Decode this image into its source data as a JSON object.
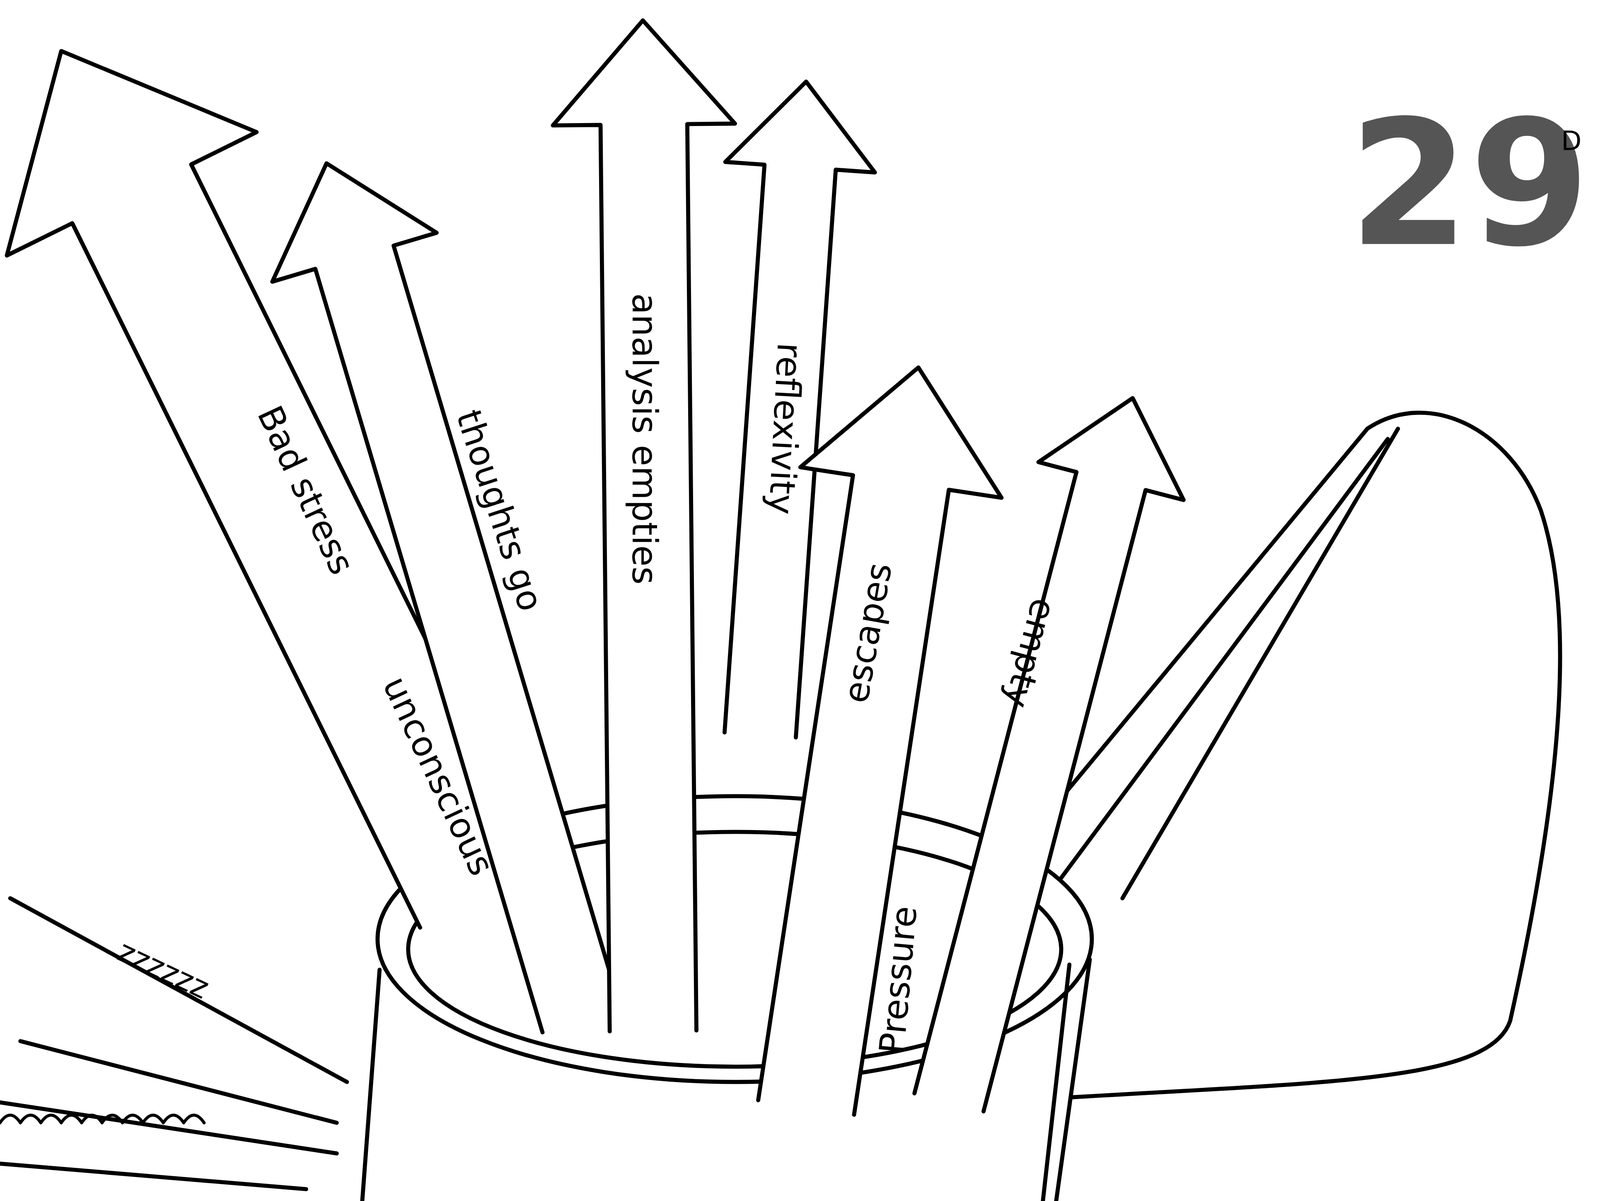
{
  "diagram": {
    "labels": [
      "Bad stress",
      "unconscious",
      "thoughts go",
      "analysis empties",
      "reflexivity",
      "escapes",
      "empty",
      "Pressure",
      "29",
      "D",
      "zzzzzz"
    ]
  }
}
